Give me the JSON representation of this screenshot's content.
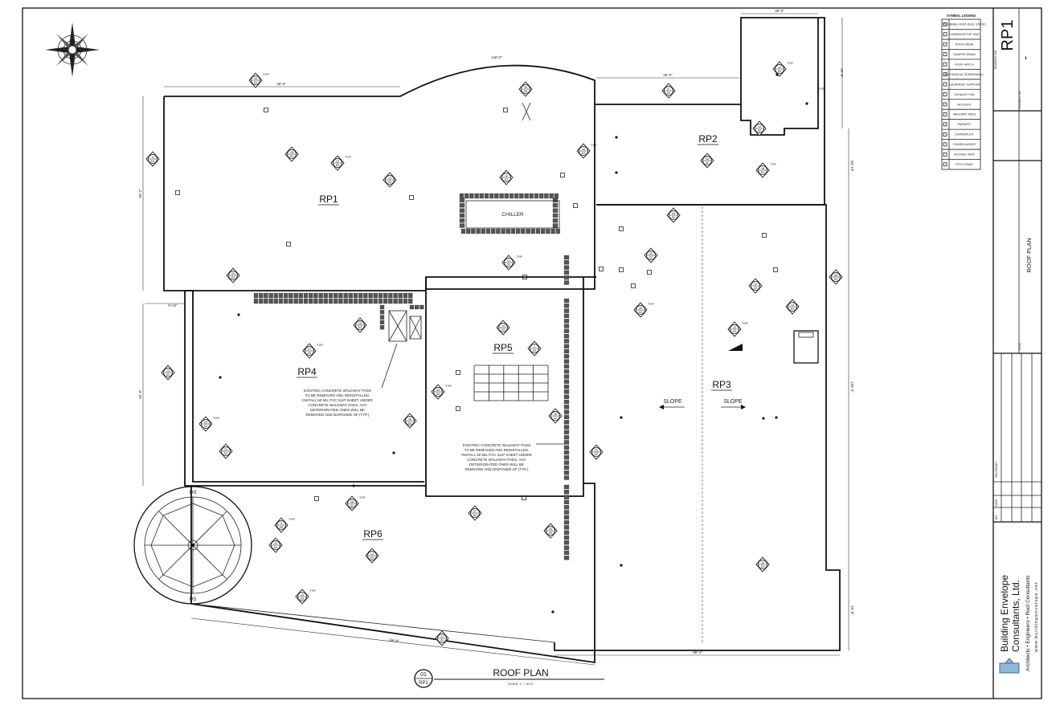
{
  "drawing": {
    "sheet_number": "RP1",
    "sheet_sub": "-",
    "sheet_title": "ROOF PLAN",
    "view_title": "ROOF PLAN",
    "view_scale": "SCALE: 1\" = 30'-0\"",
    "view_callout_num": "01",
    "view_callout_sheet": "RP1",
    "drawing_no_label": "DRAWING NO.",
    "project_label": "PROJECT NO.",
    "title_label": "TITLE",
    "revisions_label": "REVISIONS",
    "no_label": "NO.",
    "date_label": "DATE"
  },
  "firm": {
    "name_line1": "Building Envelope",
    "name_line2": "Consultants, Ltd.",
    "tagline": "Architects • Engineers • Roof Consultants",
    "website": "www.buildingenvelope.net"
  },
  "zones": [
    "RP1",
    "RP2",
    "RP3",
    "RP4",
    "RP5",
    "RP6"
  ],
  "labels": {
    "chiller": "CHILLER",
    "slope": "SLOPE",
    "ds": "DS",
    "typ": "TYP.",
    "note_rp4": [
      "EXISTING CONCRETE WALKWAY PADS",
      "TO BE REMOVED AND REINSTALLED.",
      "INSTALL 60 MIL PVC SLIP SHEET UNDER",
      "CONCRETE WALKWAY PADS. ANY",
      "DETERIORATED ONES WILL BE",
      "REMOVED AND DISPOSED OF (TYP.)"
    ],
    "note_rp5": [
      "EXISTING CONCRETE WALKWAY PADS",
      "TO BE REMOVED AND REINSTALLED.",
      "INSTALL 60 MIL PVC SLIP SHEET UNDER",
      "CONCRETE WALKWAY PADS. ANY",
      "DETERIORATED ONES WILL BE",
      "REMOVED AND DISPOSED OF (TYP.)"
    ]
  },
  "dimensions": {
    "d1": "30'-0\"",
    "d2": "140'-0\"",
    "d3": "49'-0\"",
    "d4": "39'-0\"",
    "d5": "37'-0\"",
    "d6": "8'-0\"",
    "d7": "53'-10\"",
    "d8": "56'-2\"",
    "d9": "9'-10\"",
    "d10": "65'-6\"",
    "d11": "135'-4\"",
    "d12": "24'-8\"",
    "d13": "98'-4\"",
    "d14": "136'-4\""
  },
  "legend": {
    "title": "SYMBOL LEGEND",
    "items": [
      "PLUMBING VENT (SOIL STACK)",
      "CURB/ROOFTOP UNIT",
      "ROOF DRAIN",
      "SUMPED DRAIN",
      "ROOF HATCH",
      "MECHANICAL SCREENWALL",
      "EQUIPMENT SUPPORT",
      "EXHAUST FAN",
      "SKYLIGHT",
      "WALKWAY PADS",
      "PARAPET",
      "DOWNSPOUT",
      "STAIRS/LADDER",
      "HOODED VENT",
      "PITCH PANS"
    ]
  },
  "callouts": [
    {
      "t": "25",
      "b": "D2"
    },
    {
      "t": "26",
      "b": "D2"
    },
    {
      "t": "27",
      "b": "D2"
    },
    {
      "t": "14",
      "b": "D2"
    },
    {
      "t": "9",
      "b": "D2"
    },
    {
      "t": "25",
      "b": "D2"
    },
    {
      "t": "12",
      "b": "D2"
    },
    {
      "t": "13",
      "b": "D2"
    },
    {
      "t": "12",
      "b": "D2"
    },
    {
      "t": "28",
      "b": "D2"
    },
    {
      "t": "14",
      "b": "D2"
    },
    {
      "t": "30",
      "b": "D2"
    },
    {
      "t": "16",
      "b": "D2"
    },
    {
      "t": "26",
      "b": "D2"
    },
    {
      "t": "25",
      "b": "D2"
    },
    {
      "t": "31",
      "b": "D2"
    }
  ]
}
